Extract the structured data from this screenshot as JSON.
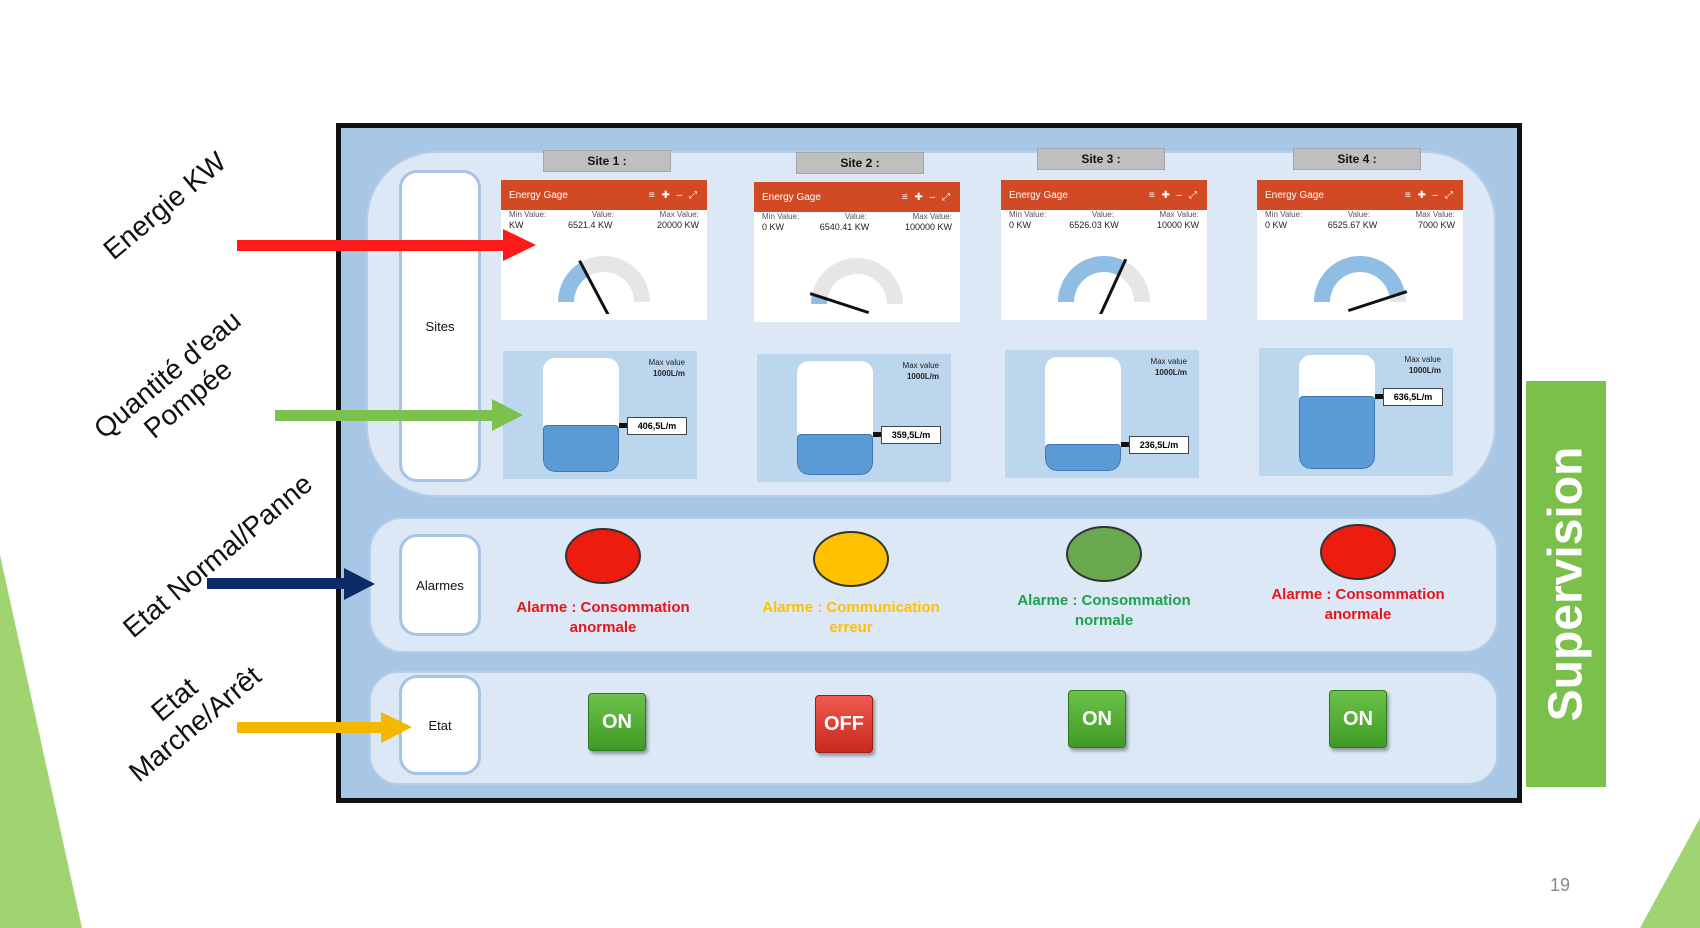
{
  "slide": {
    "page_number": "19",
    "side_title": "Supervision",
    "accent_color": "#7bc04a"
  },
  "annotations": [
    {
      "label": "Energie KW",
      "arrow_color": "#ff1a1a"
    },
    {
      "label_line1": "Quantité d'eau",
      "label_line2": "Pompée",
      "arrow_color": "#7cc04e"
    },
    {
      "label": "Etat Normal/Panne",
      "arrow_color": "#0e2a66"
    },
    {
      "label_line1": "Etat",
      "label_line2": "Marche/Arrêt",
      "arrow_color": "#f5b800"
    }
  ],
  "rows": {
    "sites": "Sites",
    "alarms": "Alarmes",
    "state": "Etat"
  },
  "gauge_common": {
    "title": "Energy Gage",
    "tools": "≡ ✚ ‒ ⤢",
    "min_label": "Min Value:",
    "value_label": "Value:",
    "max_label": "Max Value:"
  },
  "tank_common": {
    "max_label": "Max value",
    "max_value": "1000L/m"
  },
  "sites": [
    {
      "title": "Site 1 :",
      "gauge": {
        "min": "KW",
        "value": "6521.4 KW",
        "max": "20000 KW",
        "fill_fraction": 0.33,
        "needle_fraction": 0.33
      },
      "tank": {
        "level_fraction": 0.41,
        "value": "406,5L/m"
      },
      "alarm": {
        "text_line1": "Alarme : Consommation",
        "text_line2": "anormale",
        "dot_color": "#ee1c0e",
        "text_color": "#e8141c"
      },
      "state": {
        "label": "ON",
        "on": true
      }
    },
    {
      "title": "Site 2 :",
      "gauge": {
        "min": "0 KW",
        "value": "6540.41 KW",
        "max": "100000 KW",
        "fill_fraction": 0.07,
        "needle_fraction": 0.07
      },
      "tank": {
        "level_fraction": 0.36,
        "value": "359,5L/m"
      },
      "alarm": {
        "text_line1": "Alarme : Communication",
        "text_line2": "erreur",
        "dot_color": "#ffc000",
        "text_color": "#ffc000"
      },
      "state": {
        "label": "OFF",
        "on": false
      }
    },
    {
      "title": "Site 3 :",
      "gauge": {
        "min": "0 KW",
        "value": "6526.03 KW",
        "max": "10000 KW",
        "fill_fraction": 0.65,
        "needle_fraction": 0.65
      },
      "tank": {
        "level_fraction": 0.24,
        "value": "236,5L/m"
      },
      "alarm": {
        "text_line1": "Alarme : Consommation",
        "text_line2": "normale",
        "dot_color": "#6aa84f",
        "text_color": "#1aa34a"
      },
      "state": {
        "label": "ON",
        "on": true
      }
    },
    {
      "title": "Site 4 :",
      "gauge": {
        "min": "0 KW",
        "value": "6525.67 KW",
        "max": "7000 KW",
        "fill_fraction": 0.93,
        "needle_fraction": 0.93
      },
      "tank": {
        "level_fraction": 0.64,
        "value": "636,5L/m"
      },
      "alarm": {
        "text_line1": "Alarme : Consommation",
        "text_line2": "anormale",
        "dot_color": "#ee1c0e",
        "text_color": "#e8141c"
      },
      "state": {
        "label": "ON",
        "on": true
      }
    }
  ]
}
